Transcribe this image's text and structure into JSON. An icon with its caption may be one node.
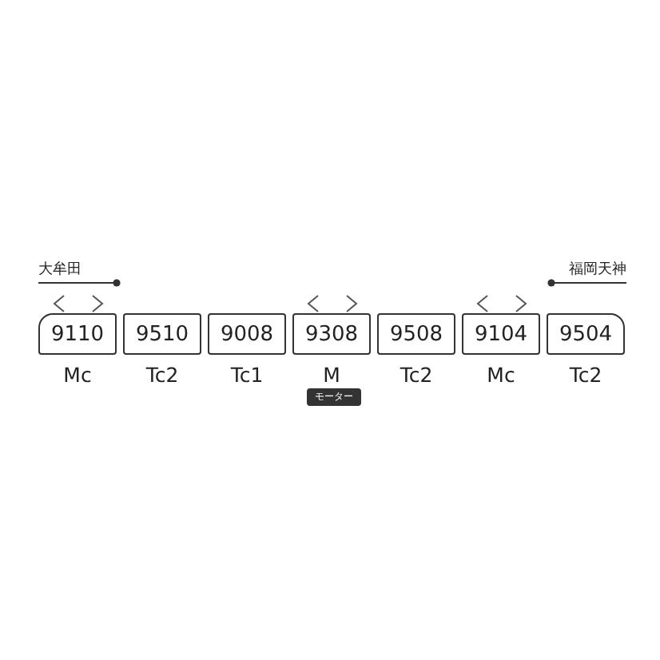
{
  "diagram": {
    "nodes": [
      {
        "text": [
          "9110"
        ],
        "beside": [
          "Mc"
        ]
      },
      {
        "text": [
          "9510"
        ],
        "beside": [
          "Tc2"
        ]
      },
      {
        "text": [
          "9008"
        ],
        "beside": [
          "Tc1"
        ]
      },
      {
        "text": [
          "9308"
        ],
        "beside": [
          "M",
          "モーター"
        ]
      },
      {
        "text": [
          "9508"
        ],
        "beside": [
          "Tc2"
        ]
      },
      {
        "text": [
          "9104"
        ],
        "beside": [
          "Mc"
        ]
      },
      {
        "text": [
          "9504"
        ],
        "beside": [
          "Tc2"
        ]
      }
    ],
    "labels": [
      "大牟田",
      "福岡天神"
    ]
  }
}
